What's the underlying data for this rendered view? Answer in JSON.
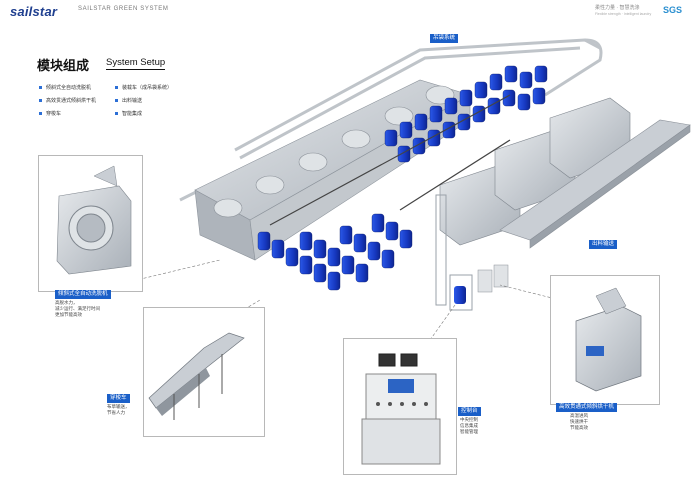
{
  "header": {
    "logo": "sailstar",
    "brand": "SAILSTAR GREEN SYSTEM",
    "tagline": "柔性力量 · 智慧洗涤",
    "tagline_sub": "Flexible strength · Intelligent laundry",
    "badge": "SGS"
  },
  "title": {
    "cn": "模块组成",
    "en": "System Setup"
  },
  "legend": {
    "col1": [
      "倾斜式全自动洗脱机",
      "高效贯通式倾斜烘干机",
      "穿梭车"
    ],
    "col2": [
      "装载车（成吊袋系统）",
      "出料输送",
      "智能集成"
    ]
  },
  "tags": {
    "hanging": "吊袋系统",
    "discharge": "出料输送",
    "washer": "倾斜式全自动洗脱机",
    "shuttle": "穿梭车",
    "control": "控制台",
    "dryer": "高效贯通式倾斜烘干机"
  },
  "descs": {
    "washer": [
      "高脱水力，",
      "减少运行、满足行时间",
      "更加节能高效"
    ],
    "shuttle": [
      "布草输送，",
      "节省人力"
    ],
    "control": [
      "中央控制",
      "信息集成",
      "智能管理"
    ],
    "dryer": [
      "高温进风",
      "快速烘干",
      "节能高效"
    ]
  },
  "colors": {
    "accent": "#1a5fc8",
    "bin": "#1f4fd8",
    "machine": "#c9ced4"
  }
}
